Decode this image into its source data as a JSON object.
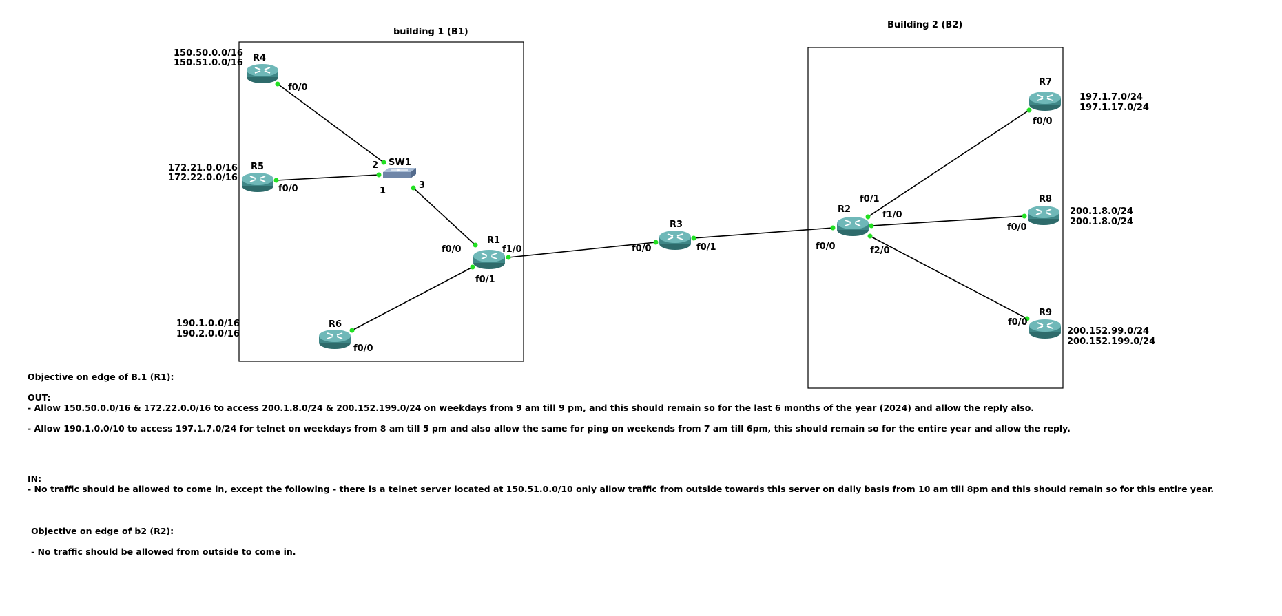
{
  "buildings": [
    {
      "id": "b1",
      "label": "building 1 (B1)"
    },
    {
      "id": "b2",
      "label": "Building 2 (B2)"
    }
  ],
  "devices": {
    "R1": {
      "name": "R1",
      "type": "router"
    },
    "R2": {
      "name": "R2",
      "type": "router"
    },
    "R3": {
      "name": "R3",
      "type": "router"
    },
    "R4": {
      "name": "R4",
      "type": "router"
    },
    "R5": {
      "name": "R5",
      "type": "router"
    },
    "R6": {
      "name": "R6",
      "type": "router"
    },
    "R7": {
      "name": "R7",
      "type": "router"
    },
    "R8": {
      "name": "R8",
      "type": "router"
    },
    "R9": {
      "name": "R9",
      "type": "router"
    },
    "SW1": {
      "name": "SW1",
      "type": "switch"
    }
  },
  "interfaces": {
    "r4_f00": "f0/0",
    "r5_f00": "f0/0",
    "sw1_p1": "1",
    "sw1_p2": "2",
    "sw1_p3": "3",
    "r1_f00": "f0/0",
    "r1_f10": "f1/0",
    "r1_f01": "f0/1",
    "r6_f00": "f0/0",
    "r3_f00": "f0/0",
    "r3_f01": "f0/1",
    "r2_f01": "f0/1",
    "r2_f10": "f1/0",
    "r2_f00": "f0/0",
    "r2_f20": "f2/0",
    "r7_f00": "f0/0",
    "r8_f00": "f0/0",
    "r9_f00": "f0/0"
  },
  "networks": {
    "r4": [
      "150.50.0.0/16",
      "150.51.0.0/16"
    ],
    "r5": [
      "172.21.0.0/16",
      "172.22.0.0/16"
    ],
    "r6": [
      "190.1.0.0/16",
      "190.2.0.0/16"
    ],
    "r7": [
      "197.1.7.0/24",
      "197.1.17.0/24"
    ],
    "r8": [
      "200.1.8.0/24",
      "200.1.8.0/24"
    ],
    "r9": [
      "200.152.99.0/24",
      "200.152.199.0/24"
    ]
  },
  "notes": {
    "b1_heading": "Objective on edge of B.1 (R1):",
    "out_heading": "OUT:",
    "out_rule1": "- Allow 150.50.0.0/16 & 172.22.0.0/16 to access 200.1.8.0/24 & 200.152.199.0/24 on weekdays from 9 am till 9 pm, and this should remain so for the last 6 months of the year (2024) and allow the reply also.",
    "out_rule2": "- Allow 190.1.0.0/10 to access 197.1.7.0/24 for telnet on weekdays from 8 am till 5 pm and also allow the same for ping on weekends from 7 am till 6pm, this should remain so for the entire year and allow the reply.",
    "in_heading": "IN:",
    "in_rule1": "- No traffic should be allowed to come in, except the following - there is a telnet server located at 150.51.0.0/10 only allow traffic from outside towards this server on daily basis from 10 am till 8pm and this should remain so for this entire year.",
    "b2_heading": "Objective on edge of b2 (R2):",
    "b2_rule1": "- No traffic should be allowed from outside to come in."
  },
  "colors": {
    "router_body": "#4d9a9a",
    "router_top": "#7fc3c3",
    "switch_body": "#7f95b3",
    "port_dot": "#22e022"
  }
}
